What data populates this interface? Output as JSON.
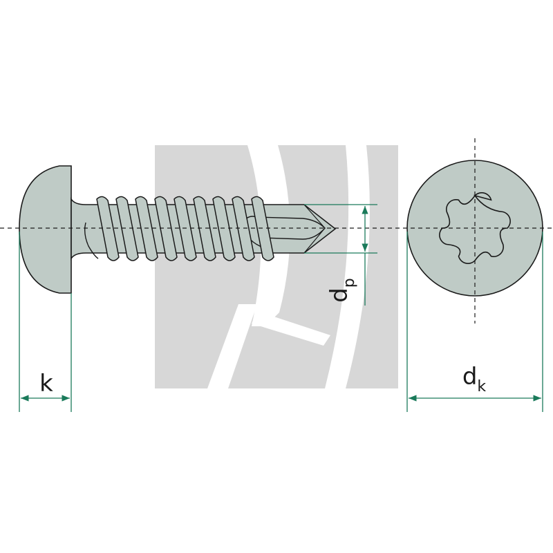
{
  "labels": {
    "head_height": "k",
    "head_diameter_main": "d",
    "head_diameter_sub": "k",
    "drill_point_main": "d",
    "drill_point_sub": "p"
  },
  "colors": {
    "part_fill": "#bfcbc6",
    "dimension_line": "#1a7a5a",
    "outline": "#1a1a1a",
    "watermark": "#d7d7d7"
  },
  "icons": {
    "drive": "torx-drive-icon",
    "watermark": "brand-watermark-icon"
  }
}
